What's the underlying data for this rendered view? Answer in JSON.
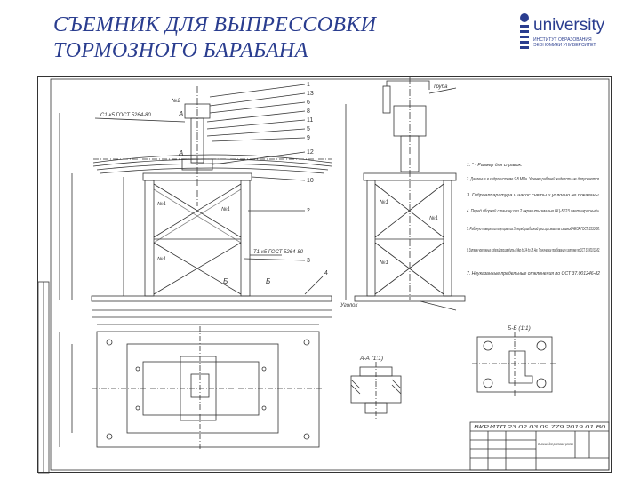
{
  "header": {
    "title_line1": "СЪЕМНИК ДЛЯ ВЫПРЕССОВКИ",
    "title_line2": "ТОРМОЗНОГО БАРАБАНА",
    "logo_text": "university",
    "logo_sub": "ИНСТИТУТ ОБРАЗОВАНИЯ ЭКОНОМИКИ УНИВЕРСИТЕТ"
  },
  "drawing": {
    "colors": {
      "title": "#2a3d8f",
      "ink": "#333333"
    },
    "callouts": [
      "1",
      "13",
      "6",
      "8",
      "11",
      "5",
      "9",
      "12",
      "10",
      "2",
      "3",
      "4"
    ],
    "main_labels": [
      "С1-к5 ГОСТ 5264-80",
      "Т1-к5 ГОСТ 5264-80",
      "№1",
      "№2",
      "А",
      "Б"
    ],
    "side_labels": [
      "Труба",
      "Уголок",
      "№1"
    ],
    "section_aa": "А-А (1:1)",
    "section_bb": "Б-Б (1:1)",
    "notes": [
      "1. * - Размер для справок.",
      "2. Давление в гидросистеме 9,8 МПа. Утечки рабочей жидкости не допускаются.",
      "3. Гидроаппаратура и насос сняты и условно не показаны.",
      "4. Перед сборкой станину поз.2 окрасить эмалью НЦ-5123 цвет «красный».",
      "5. Рабочую поверхность упора поз.5 перед разборкой рессор смазать смазкой ЧЕСА ГОСТ 3333-80.",
      "6. Затяжку крепежных изделий производить с Мкр до 14 до 18 Нм. Технические требования к затяжке по ОСТ 37.001031-82.",
      "7. Неуказанные предельные отклонения по ОСТ 37.001246-82"
    ],
    "stamp": "ВКР.ИТП.23.02.03.09.779.2019.01.В0",
    "stamp_name": "Съемник для рихтовки рессор"
  }
}
